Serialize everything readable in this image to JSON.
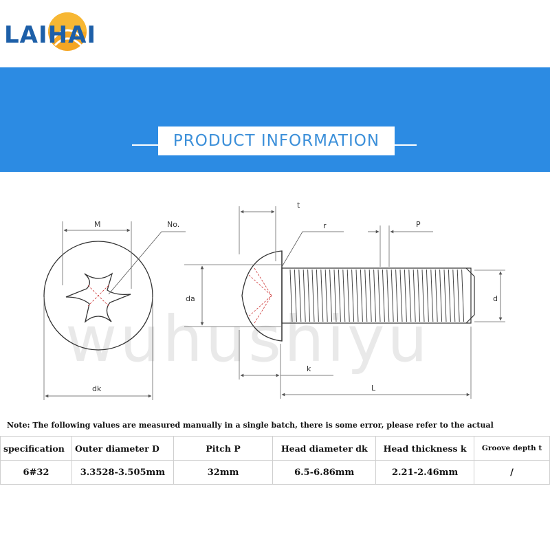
{
  "brand": {
    "name": "LAIHAI"
  },
  "banner": {
    "title": "PRODUCT INFORMATION",
    "color": "#2c8be3"
  },
  "drawing_labels": {
    "front_m": "M",
    "front_no": "No.",
    "front_dk": "dk",
    "side_t": "t",
    "side_r": "r",
    "side_p": "P",
    "side_da": "da",
    "side_d": "d",
    "side_k": "k",
    "side_l": "L"
  },
  "watermark": "wuhushiyu",
  "note": "Note: The following values are measured manually in a single batch, there is some error, please refer to the actual",
  "spec_table": {
    "headers": [
      "specification",
      "Outer diameter D",
      "Pitch P",
      "Head diameter dk",
      "Head thickness k",
      "Groove depth t"
    ],
    "rows": [
      [
        "6#32",
        "3.3528-3.505mm",
        "32mm",
        "6.5-6.86mm",
        "2.21-2.46mm",
        "/"
      ]
    ]
  }
}
